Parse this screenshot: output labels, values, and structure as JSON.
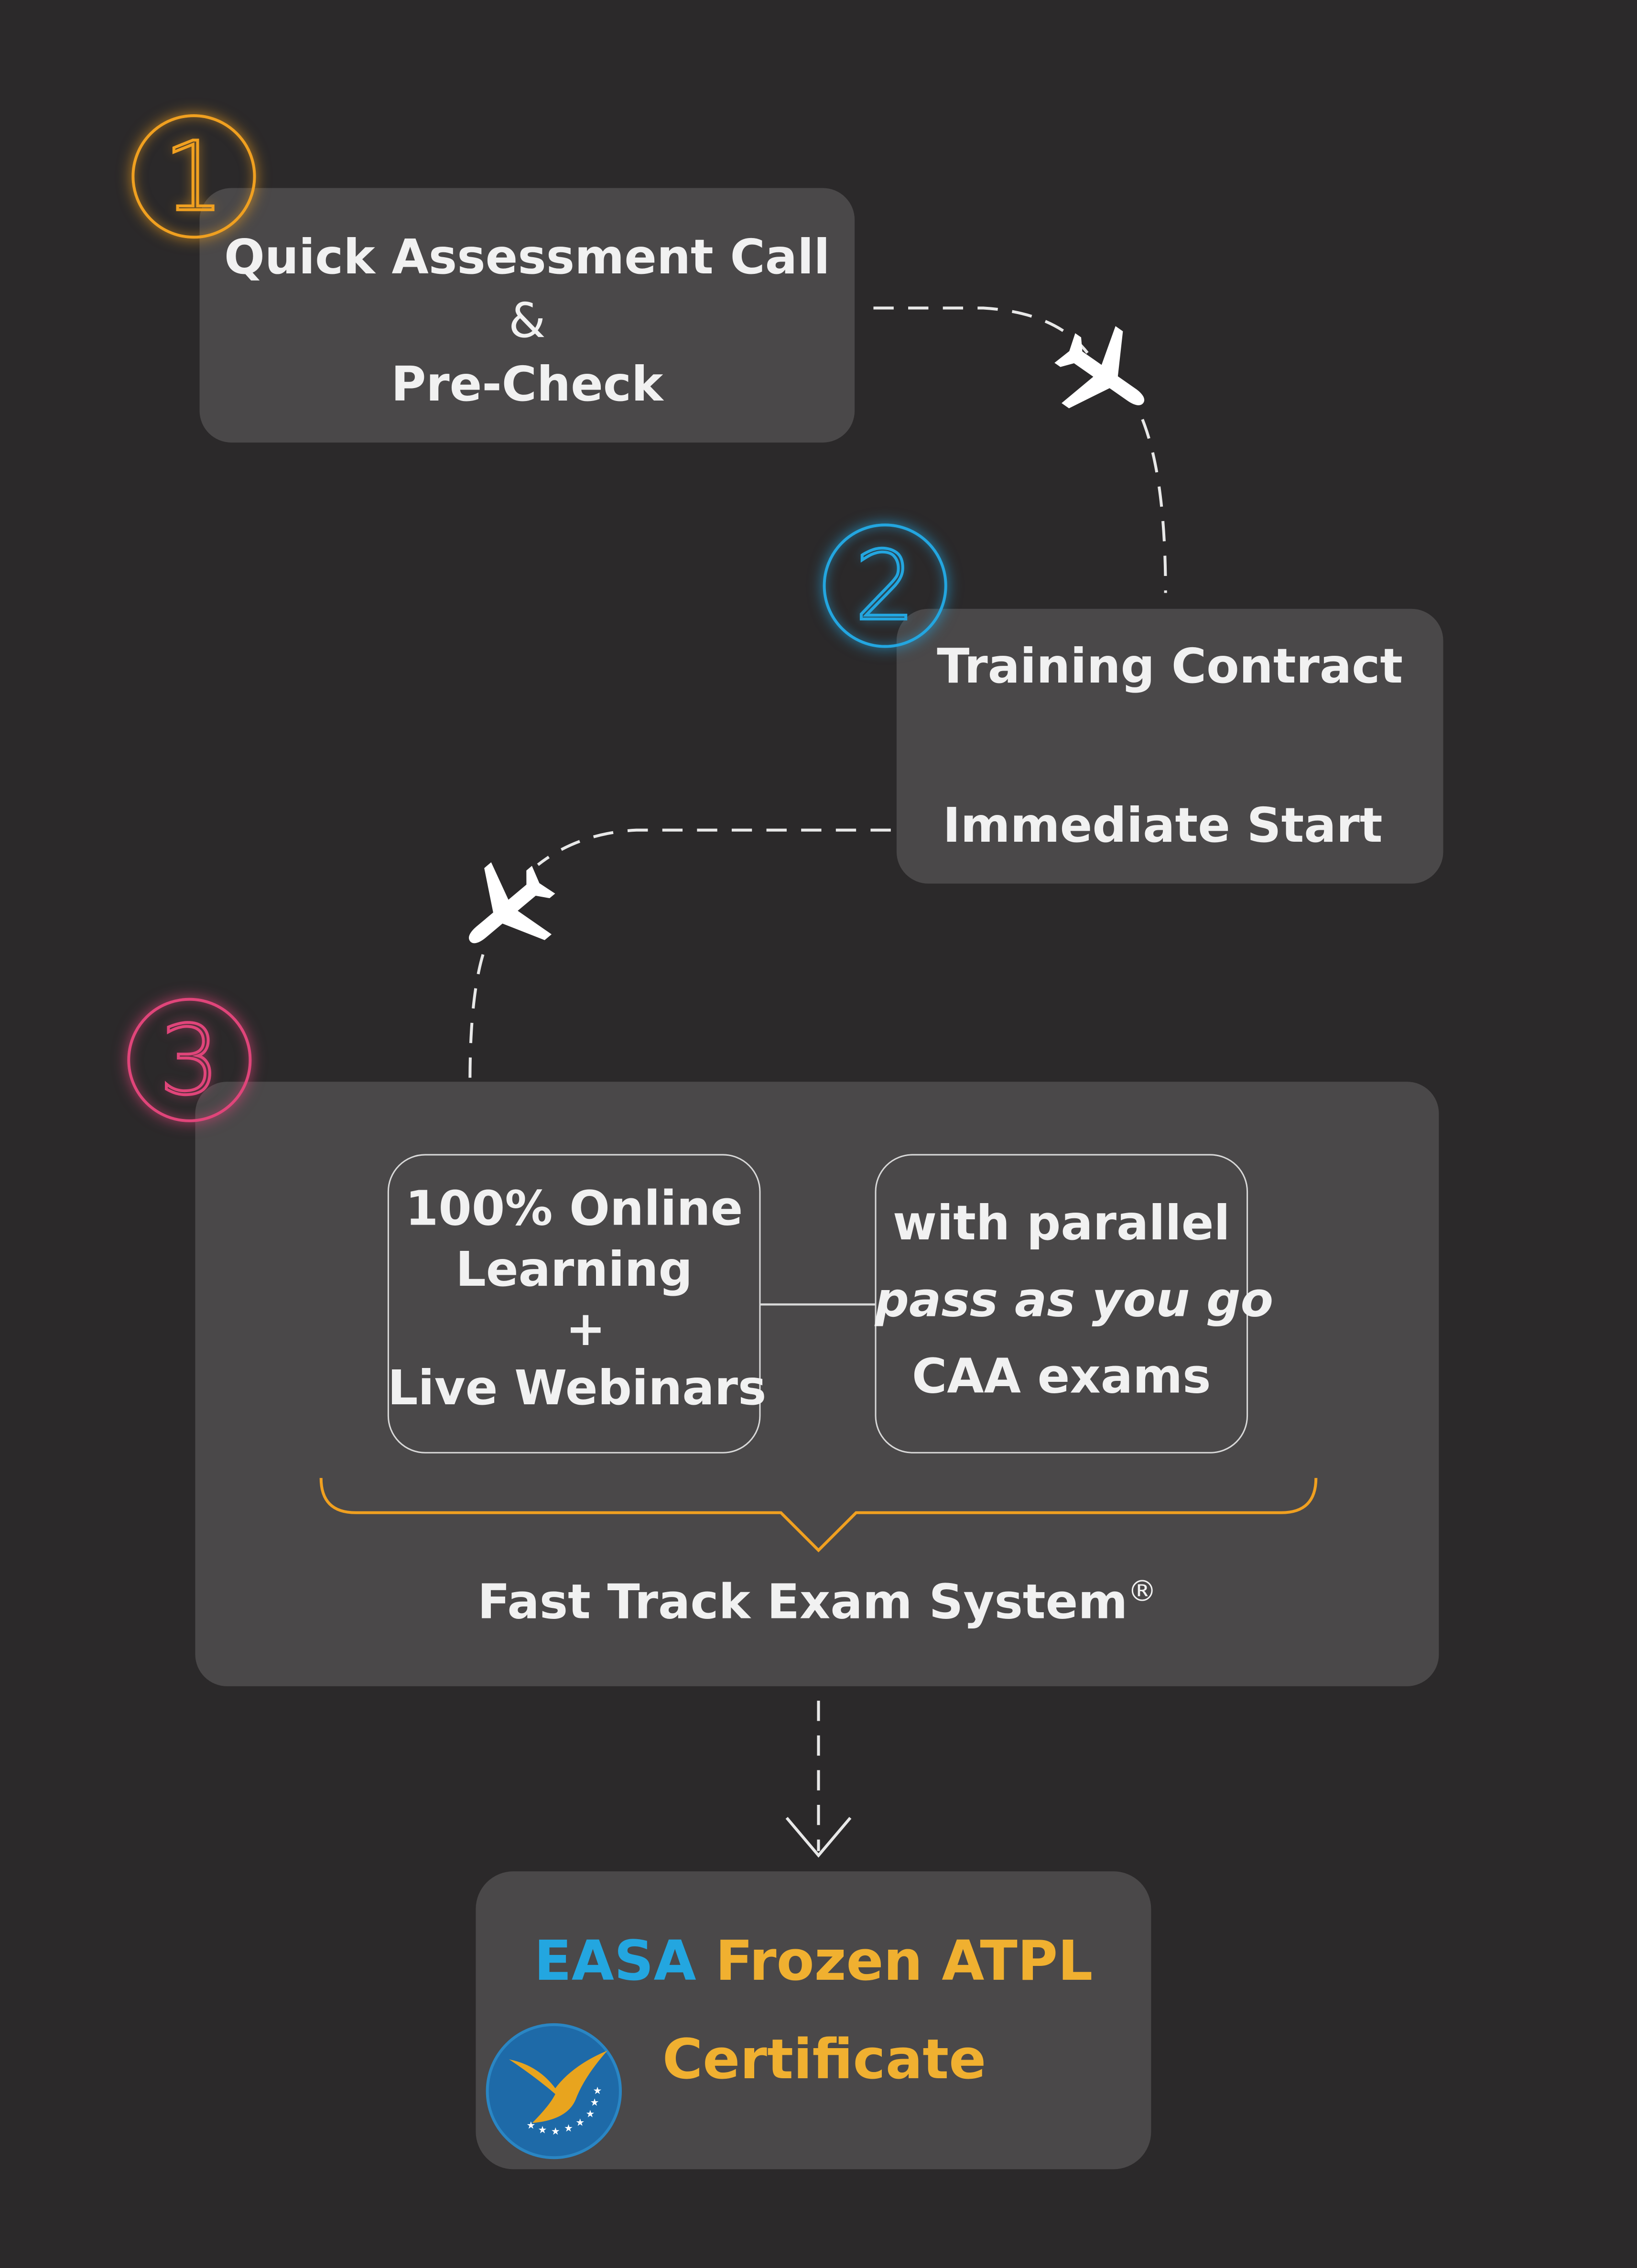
{
  "steps": [
    {
      "number": "1",
      "color": "#f0a020",
      "lines": [
        "Quick Assessment Call",
        "&",
        "Pre-Check"
      ]
    },
    {
      "number": "2",
      "color": "#23a6e0",
      "lines": [
        "Training Contract",
        "Immediate Start"
      ]
    },
    {
      "number": "3",
      "color": "#e0457a",
      "left_box": [
        "100% Online",
        "Learning",
        "+",
        "Live Webinars"
      ],
      "right_box": [
        "with parallel",
        "pass as you go",
        "CAA exams"
      ]
    }
  ],
  "system": {
    "label": "Fast Track Exam System",
    "mark": "®",
    "brace_color": "#f0a020"
  },
  "certificate": {
    "easa": "EASA",
    "rest": "Frozen ATPL",
    "line2": "Certificate",
    "easa_color": "#23a6e0",
    "rest_color": "#f0b030"
  },
  "icons": [
    "airplane-icon",
    "airplane-icon",
    "easa-logo-icon",
    "arrow-down-icon"
  ]
}
